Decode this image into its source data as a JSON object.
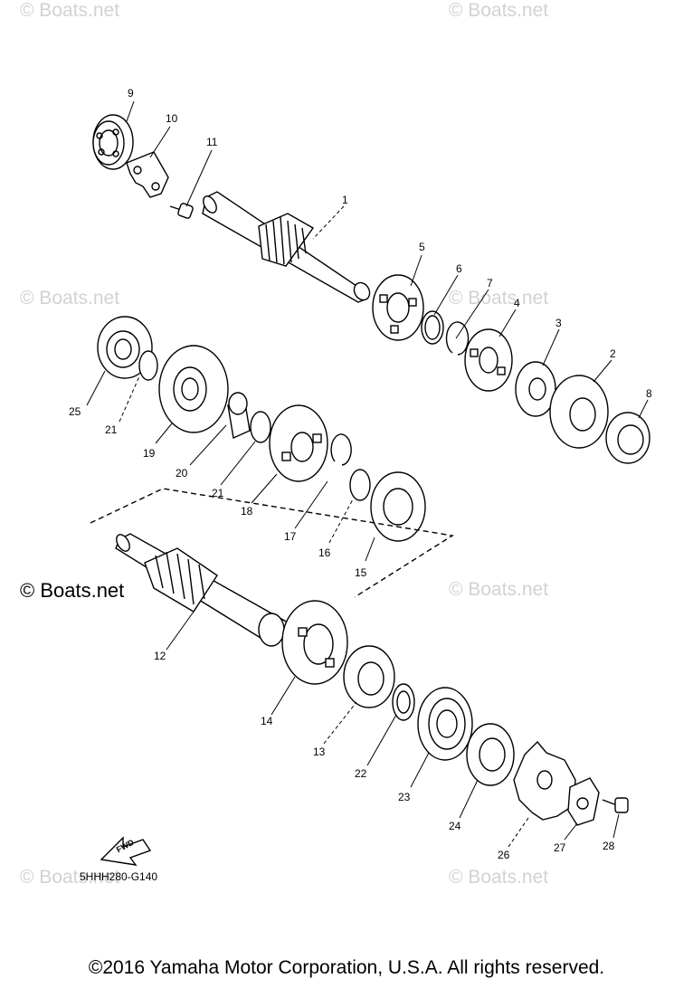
{
  "watermarks": {
    "top_left": "© Boats.net",
    "top_right": "© Boats.net",
    "mid_left": "© Boats.net",
    "mid_right": "© Boats.net",
    "center_left": "© Boats.net",
    "center_right": "© Boats.net",
    "bottom_left": "© Boats.net",
    "bottom_right": "© Boats.net"
  },
  "part_numbers": {
    "p1": "1",
    "p2": "2",
    "p3": "3",
    "p4": "4",
    "p5": "5",
    "p6": "6",
    "p7": "7",
    "p8": "8",
    "p9": "9",
    "p10": "10",
    "p11": "11",
    "p12": "12",
    "p13": "13",
    "p14": "14",
    "p15": "15",
    "p16": "16",
    "p17": "17",
    "p18": "18",
    "p19": "19",
    "p20": "20",
    "p21a": "21",
    "p21b": "21",
    "p22": "22",
    "p23": "23",
    "p24": "24",
    "p25": "25",
    "p26": "26",
    "p27": "27",
    "p28": "28"
  },
  "fwd_label": "FWD",
  "diagram_code": "5HHH280-G140",
  "copyright": "©2016 Yamaha Motor Corporation, U.S.A. All rights reserved."
}
